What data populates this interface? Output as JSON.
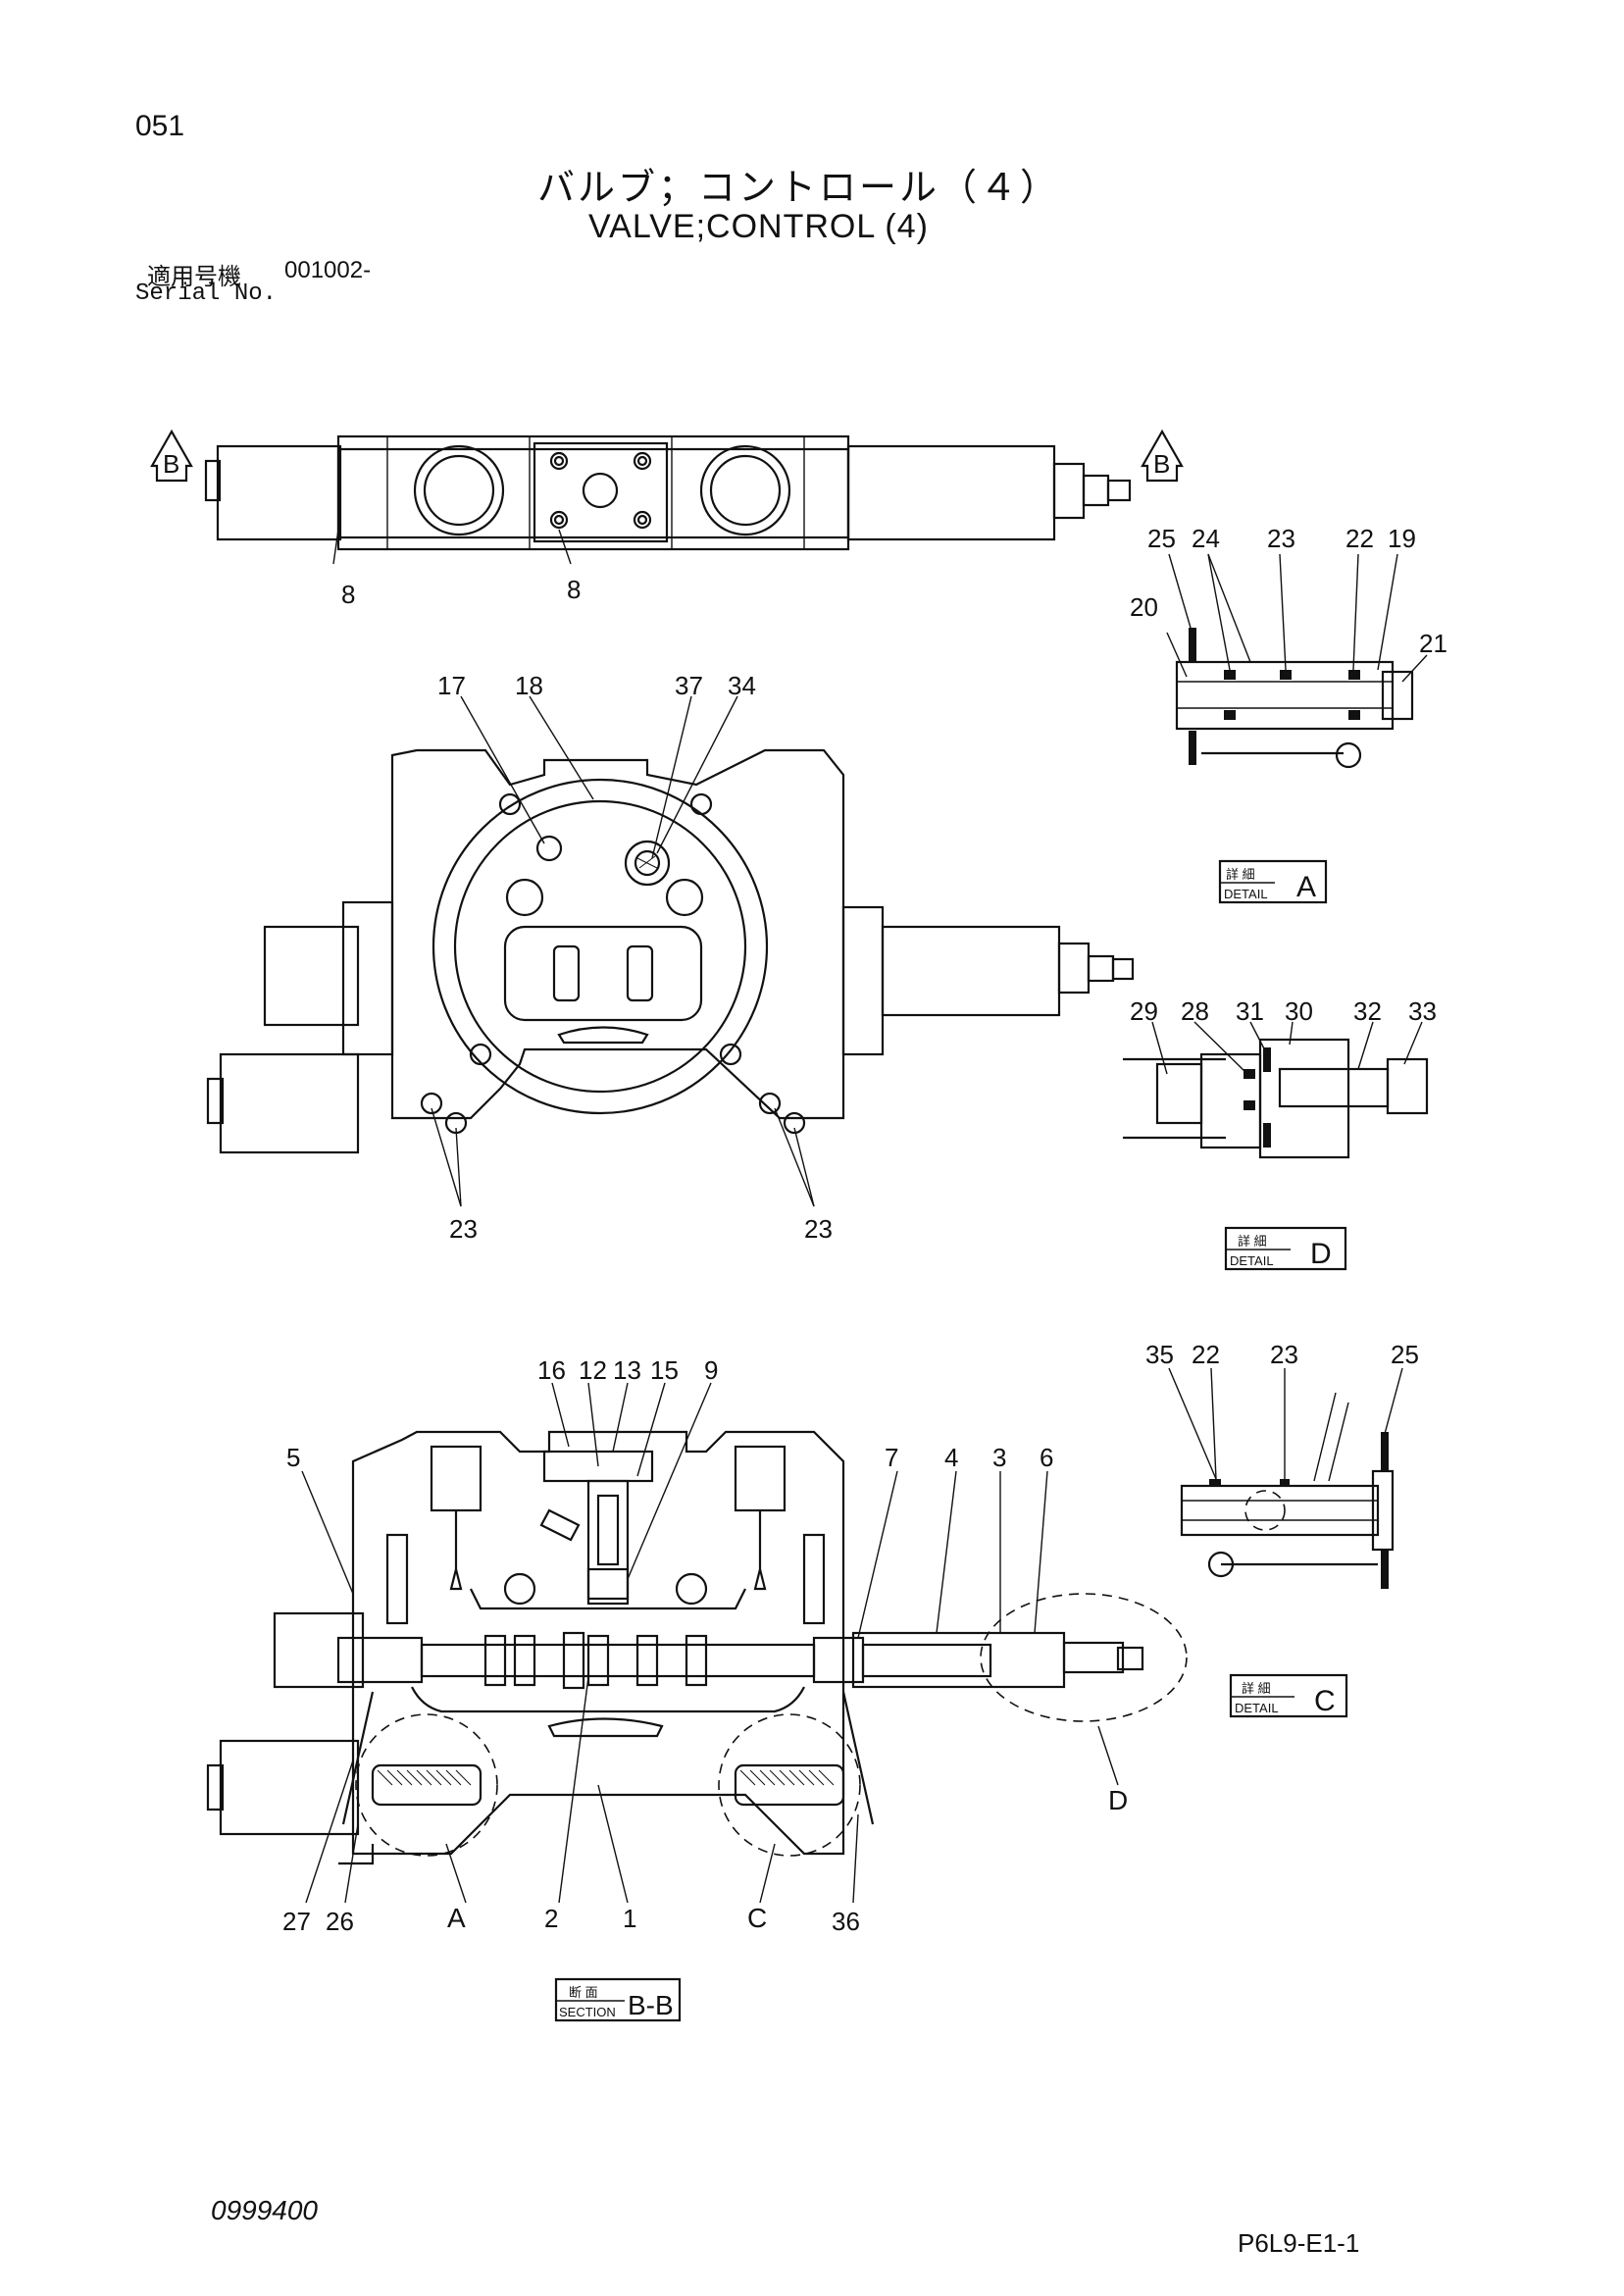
{
  "header": {
    "page_number": "051",
    "title_jp": "バルブ；コントロール（４）",
    "title_en": "VALVE;CONTROL (4)",
    "serial_label_jp": "適用号機",
    "serial_value": "001002-",
    "serial_label_en": "Serial No."
  },
  "footer": {
    "doc_number": "0999400",
    "ref_number": "P6L9-E1-1"
  },
  "callouts": {
    "top_view": [
      "8",
      "8"
    ],
    "section_arrow_left": "B",
    "section_arrow_right": "B",
    "detail_a": [
      "25",
      "24",
      "23",
      "22",
      "19",
      "20",
      "21"
    ],
    "front_view": [
      "17",
      "18",
      "37",
      "34",
      "23",
      "23"
    ],
    "detail_d": [
      "29",
      "28",
      "31",
      "30",
      "32",
      "33"
    ],
    "detail_c": [
      "35",
      "22",
      "23",
      "25"
    ],
    "section_view": [
      "16",
      "12",
      "13",
      "15",
      "9",
      "5",
      "7",
      "4",
      "3",
      "6",
      "27",
      "26",
      "A",
      "2",
      "1",
      "C",
      "36",
      "D"
    ]
  },
  "labels": {
    "detail_a": {
      "kanji": "詳 細",
      "sub": "DETAIL",
      "letter": "A"
    },
    "detail_d": {
      "kanji": "詳 細",
      "sub": "DETAIL",
      "letter": "D"
    },
    "detail_c": {
      "kanji": "詳 細",
      "sub": "DETAIL",
      "letter": "C"
    },
    "section_bb": {
      "kanji": "断 面",
      "sub": "SECTION",
      "letter": "B-B"
    }
  }
}
